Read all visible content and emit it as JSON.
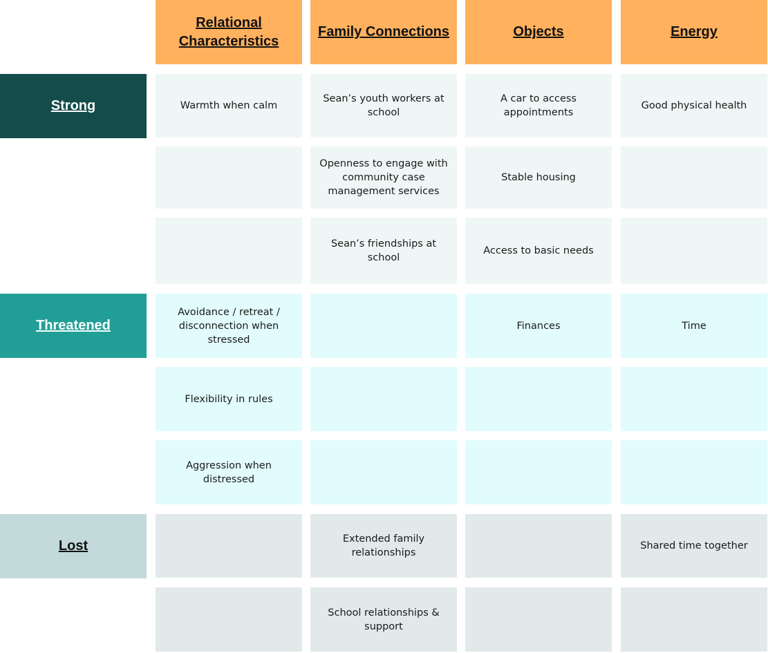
{
  "columns": [
    "Relational Characteristics",
    "Family Connections",
    "Objects",
    "Energy"
  ],
  "groups": [
    {
      "label": "Strong",
      "label_bg": "#144c4b",
      "label_color": "#ffffff",
      "cell_bg": "#eff6f6"
    },
    {
      "label": "Threatened",
      "label_bg": "#219f97",
      "label_color": "#ffffff",
      "cell_bg": "#e2fcfd"
    },
    {
      "label": "Lost",
      "label_bg": "#c2dad9",
      "label_color": "#111111",
      "cell_bg": "#e1e9ea"
    }
  ],
  "rows": [
    {
      "group": 0,
      "cells": [
        "Warmth when calm",
        "Sean’s youth workers at school",
        "A car to access appointments",
        "Good physical health"
      ]
    },
    {
      "group": 0,
      "cells": [
        "",
        "Openness to engage with community case management services",
        "Stable housing",
        ""
      ]
    },
    {
      "group": 0,
      "cells": [
        "",
        "Sean’s friendships at school",
        "Access to basic needs",
        ""
      ]
    },
    {
      "group": 1,
      "cells": [
        "Avoidance / retreat / disconnection when stressed",
        "",
        "Finances",
        "Time"
      ]
    },
    {
      "group": 1,
      "cells": [
        "Flexibility in rules",
        "",
        "",
        ""
      ]
    },
    {
      "group": 1,
      "cells": [
        "Aggression when distressed",
        "",
        "",
        ""
      ]
    },
    {
      "group": 2,
      "cells": [
        "",
        "Extended family relationships",
        "",
        "Shared time together"
      ]
    },
    {
      "group": 2,
      "cells": [
        "",
        "School relationships & support",
        "",
        ""
      ]
    }
  ]
}
